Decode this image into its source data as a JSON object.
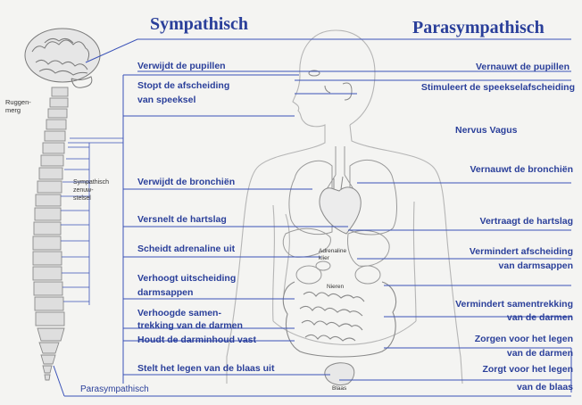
{
  "titles": {
    "sympathetic": "Sympathisch",
    "parasympathetic": "Parasympathisch"
  },
  "spine_labels": {
    "spinal_cord": "Ruggen-\nmerg",
    "sympathetic_nerve": "Sympathisch\nzenuw-\nstelsel",
    "parasympathetic_bottom": "Parasympathisch"
  },
  "organ_labels": {
    "adrenal": "Adrenaline\nklier",
    "kidney": "Nieren",
    "bladder": "Blaas"
  },
  "sympathetic_effects": [
    "Verwijdt de pupillen",
    "Stopt de afscheiding",
    "van speeksel",
    "Verwijdt de bronchiën",
    "Versnelt de hartslag",
    "Scheidt adrenaline uit",
    "Verhoogt uitscheiding",
    "darmsappen",
    "Verhoogde samen-",
    "trekking van de darmen",
    "Houdt de darminhoud vast",
    "Stelt het legen van de blaas uit"
  ],
  "parasympathetic_effects": [
    "Vernauwt de pupillen",
    "Stimuleert de speekselafscheiding",
    "Nervus Vagus",
    "Vernauwt de bronchiën",
    "Vertraagt de hartslag",
    "Vermindert afscheiding",
    "van darmsappen",
    "Vermindert samentrekking",
    "van de darmen",
    "Zorgen voor het legen",
    "van de darmen",
    "Zorgt voor het legen",
    "van de blaas"
  ],
  "colors": {
    "line": "#3a52b8",
    "text": "#2a3f9a",
    "body_outline": "#b5b5b5",
    "bone": "#9a9a9a"
  }
}
